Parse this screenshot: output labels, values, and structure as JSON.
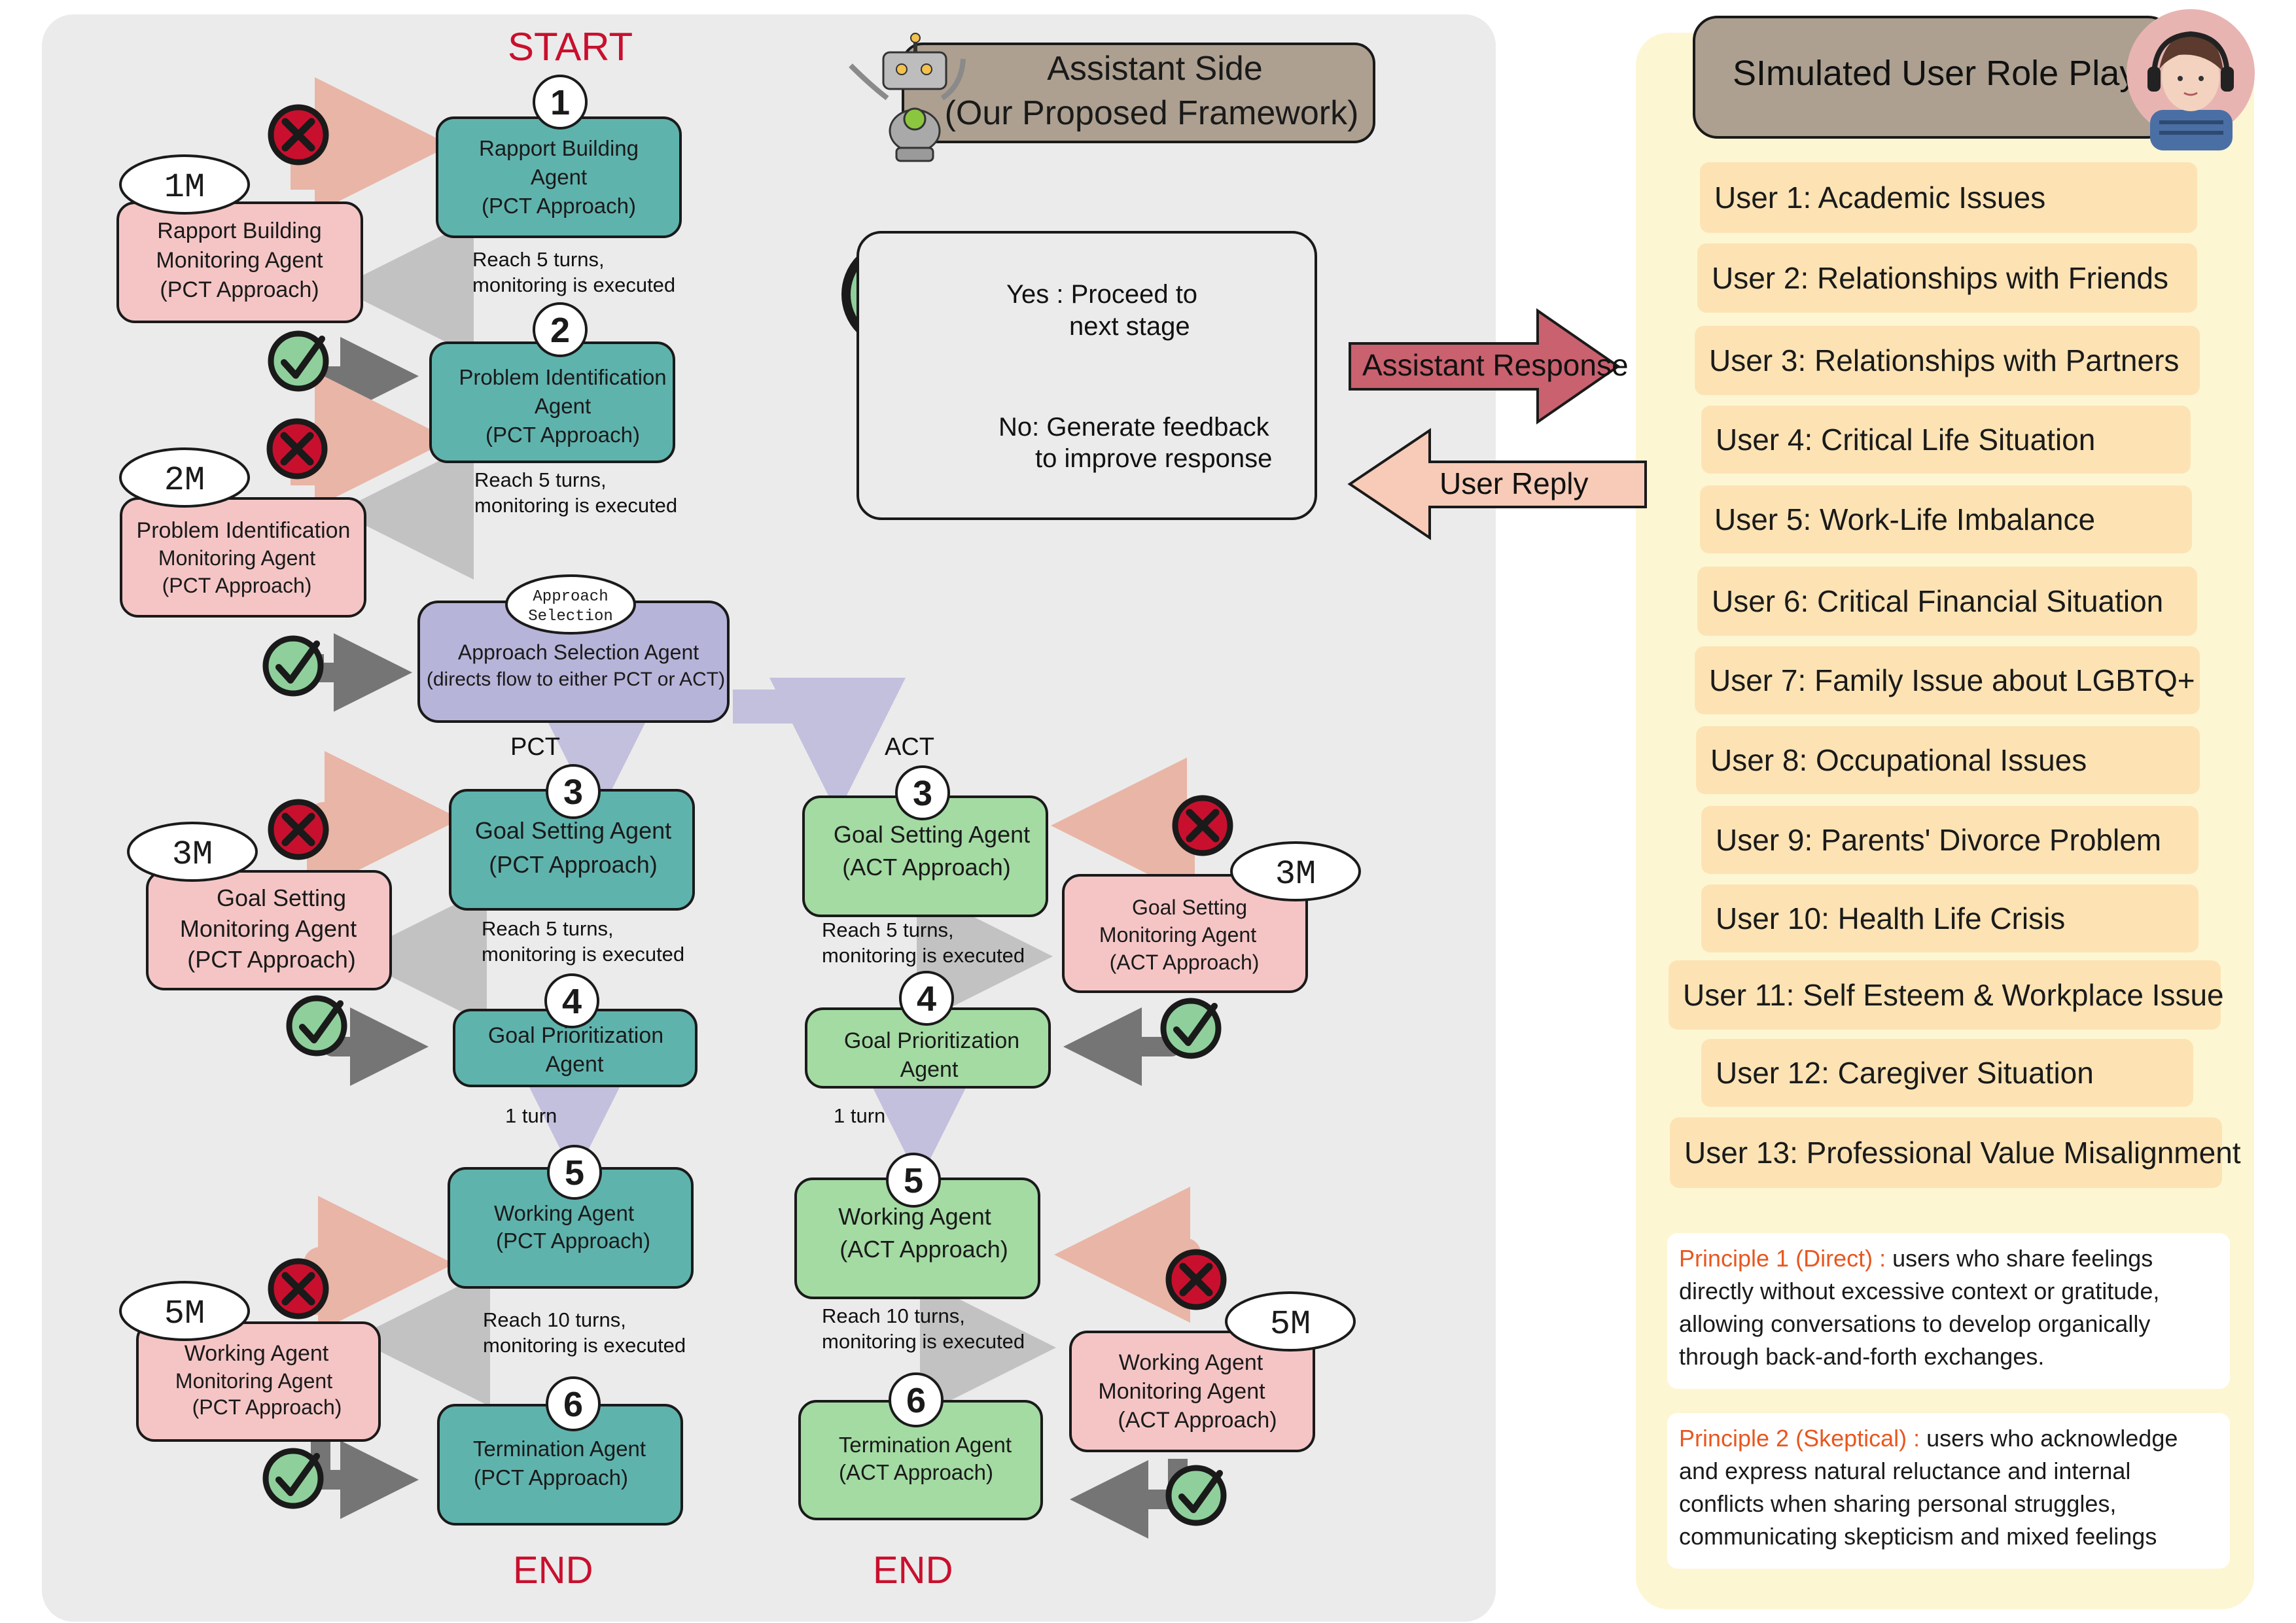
{
  "colors": {
    "panel_bg": "#ebebeb",
    "right_panel_bg": "#fdf6d3",
    "pct_agent": "#5fb3ad",
    "act_agent": "#a3dba3",
    "monitor": "#f5c5c6",
    "approach": "#b6b4d9",
    "title_box": "#ada090",
    "red_text": "#c8102e",
    "check_green": "#8fcf9b",
    "cross_red": "#c8102e"
  },
  "assistant_side": {
    "title_line1": "Assistant Side",
    "title_line2": "(Our Proposed Framework)"
  },
  "start_label": "START",
  "end_label": "END",
  "legend": {
    "yes_line1": "Yes : Proceed to",
    "yes_line2": "next stage",
    "no_line1": "No: Generate feedback",
    "no_line2": "to improve response"
  },
  "arrows": {
    "assistant_response": "Assistant Response",
    "user_reply": "User Reply"
  },
  "branches": {
    "pct": "PCT",
    "act": "ACT"
  },
  "stage_numbers": [
    "1",
    "2",
    "3",
    "4",
    "5",
    "6"
  ],
  "monitor_tags": {
    "m1": "1M",
    "m2": "2M",
    "m3": "3M",
    "m5": "5M"
  },
  "agents": {
    "rapport": [
      "Rapport Building",
      "Agent",
      "(PCT Approach)"
    ],
    "rapport_monitor": [
      "Rapport Building",
      "Monitoring Agent",
      "(PCT Approach)"
    ],
    "problem": [
      "Problem Identification",
      "Agent",
      "(PCT Approach)"
    ],
    "problem_monitor": [
      "Problem Identification",
      "Monitoring Agent",
      "(PCT Approach)"
    ],
    "approach_selection": [
      "Approach Selection Agent",
      "(directs flow to either PCT or ACT)"
    ],
    "approach_badge": [
      "Approach",
      "Selection"
    ],
    "goal_pct": [
      "Goal Setting Agent",
      "(PCT Approach)"
    ],
    "goal_pct_monitor": [
      "Goal Setting",
      "Monitoring Agent",
      "(PCT Approach)"
    ],
    "goal_act": [
      "Goal Setting Agent",
      "(ACT Approach)"
    ],
    "goal_act_monitor": [
      "Goal Setting",
      "Monitoring Agent",
      "(ACT Approach)"
    ],
    "prior_pct": [
      "Goal Prioritization",
      "Agent"
    ],
    "prior_act": [
      "Goal Prioritization",
      "Agent"
    ],
    "working_pct": [
      "Working Agent",
      "(PCT Approach)"
    ],
    "working_pct_monitor": [
      "Working Agent",
      "Monitoring Agent",
      "(PCT Approach)"
    ],
    "working_act": [
      "Working Agent",
      "(ACT Approach)"
    ],
    "working_act_monitor": [
      "Working Agent",
      "Monitoring Agent",
      "(ACT Approach)"
    ],
    "term_pct": [
      "Termination Agent",
      "(PCT Approach)"
    ],
    "term_act": [
      "Termination Agent",
      "(ACT Approach)"
    ]
  },
  "transitions": {
    "reach5": [
      "Reach 5 turns,",
      "monitoring is executed"
    ],
    "reach10": [
      "Reach 10 turns,",
      "monitoring is executed"
    ],
    "one_turn": "1 turn"
  },
  "simulated_user": {
    "title": "SImulated User Role Play",
    "users": [
      "User 1: Academic Issues",
      "User 2: Relationships with Friends",
      "User 3: Relationships with Partners",
      "User 4: Critical Life Situation",
      "User 5: Work-Life Imbalance",
      "User 6: Critical Financial Situation",
      "User 7: Family Issue about LGBTQ+",
      "User 8: Occupational Issues",
      "User 9: Parents' Divorce Problem",
      "User 10: Health Life Crisis",
      "User 11: Self Esteem & Workplace Issue",
      "User 12: Caregiver Situation",
      "User 13: Professional Value Misalignment"
    ],
    "principles": [
      {
        "head": "Principle 1 (Direct) :",
        "body": " users who share feelings directly without excessive context or gratitude, allowing conversations to develop organically through back-and-forth exchanges."
      },
      {
        "head": "Principle 2 (Skeptical) :",
        "body": " users who acknowledge and express natural reluctance and internal conflicts when sharing personal struggles, communicating skepticism and mixed feelings"
      }
    ]
  }
}
